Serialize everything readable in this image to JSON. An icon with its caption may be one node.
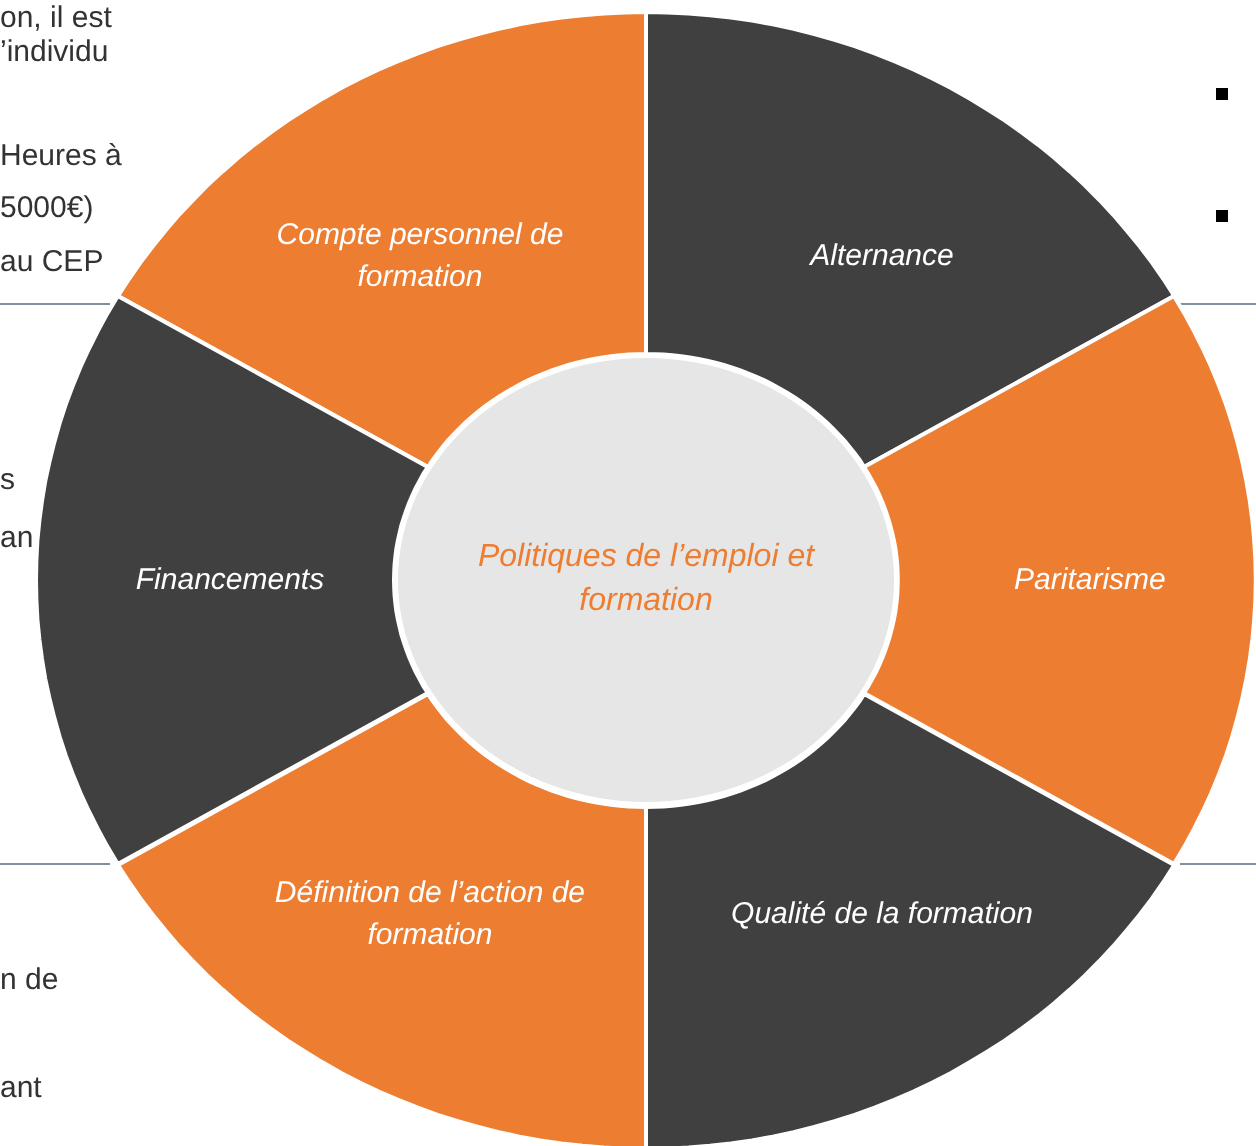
{
  "diagram": {
    "nodes": [
      {
        "text": [
          "Politiques de l’emploi et formation"
        ]
      },
      {
        "text": [
          "Compte personnel de formation"
        ]
      },
      {
        "text": [
          "Alternance"
        ]
      },
      {
        "text": [
          "Financements"
        ]
      },
      {
        "text": [
          "Paritarisme"
        ]
      },
      {
        "text": [
          "Définition de l’action de formation"
        ]
      },
      {
        "text": [
          "Qualité de la formation"
        ]
      }
    ],
    "labels": [
      "on, il est",
      "’individu",
      "Heures à",
      "5000€)",
      "au CEP",
      "s",
      "an",
      "n de",
      "ant"
    ]
  }
}
